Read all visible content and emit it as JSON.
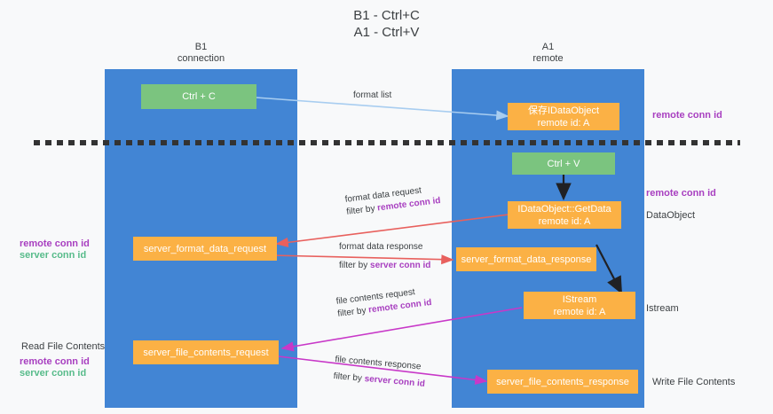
{
  "diagram": {
    "title": "B1 - Ctrl+C\nA1 - Ctrl+V",
    "columns": [
      {
        "heading": "B1\nconnection"
      },
      {
        "heading": "A1\nremote"
      }
    ],
    "colors": {
      "lane": "#4285d4",
      "node_green": "#7bc47f",
      "node_orange": "#fbb145",
      "purple": "#a83fc0",
      "green_text": "#57bb8a",
      "arrow_blue": "#a8cdf0",
      "arrow_red": "#e8605d",
      "arrow_magenta": "#c838c8",
      "arrow_black": "#202124",
      "background": "#f8f9fa"
    },
    "nodes": {
      "ctrl_c": "Ctrl + C",
      "ctrl_v": "Ctrl + V",
      "save_idataobject": "保存IDataObject",
      "save_idataobject_sub": "remote id: A",
      "idataobject_getdata": "IDataObject::GetData",
      "idataobject_getdata_sub": "remote id: A",
      "server_format_data_request": "server_format_data_request",
      "server_format_data_response": "server_format_data_response",
      "istream": "IStream",
      "istream_sub": "remote id: A",
      "server_file_contents_request": "server_file_contents_request",
      "server_file_contents_response": "server_file_contents_response"
    },
    "right_labels": {
      "remote_conn_id_top": "remote conn id",
      "remote_conn_id_mid": "remote conn id",
      "dataobject": "DataObject",
      "istream": "Istream",
      "write_file_contents": "Write File Contents"
    },
    "left_labels": {
      "remote_conn_id": "remote conn id",
      "server_conn_id": "server conn id",
      "read_file_contents": "Read File Contents",
      "remote_conn_id_2": "remote conn id",
      "server_conn_id_2": "server conn id"
    },
    "edges": [
      {
        "id": "format-list",
        "line1": "format list",
        "line2": "",
        "hl2": ""
      },
      {
        "id": "format-data-request",
        "line1": "format data request",
        "line2": "filter by ",
        "hl2": "remote conn id"
      },
      {
        "id": "format-data-response",
        "line1": "format data response",
        "line2": "filter by ",
        "hl2": "server conn id"
      },
      {
        "id": "file-contents-request",
        "line1": "file contents request",
        "line2": "filter by ",
        "hl2": "remote conn id"
      },
      {
        "id": "file-contents-response",
        "line1": "file contents response",
        "line2": "filter by ",
        "hl2": "server conn id"
      }
    ]
  }
}
